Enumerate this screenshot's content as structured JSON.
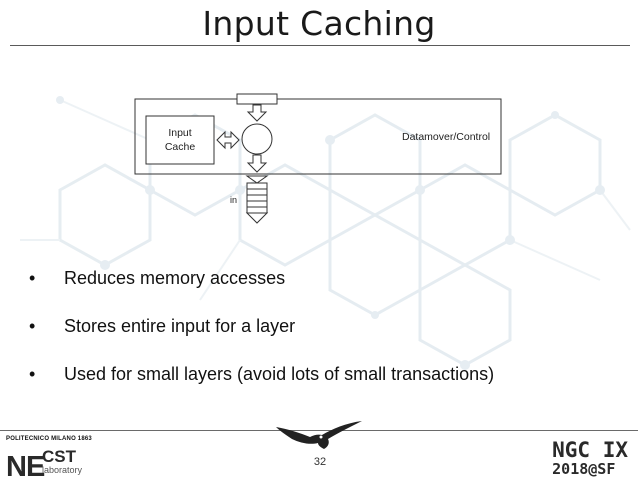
{
  "slide": {
    "title": "Input Caching",
    "page_number": "32"
  },
  "diagram": {
    "input_cache_label_line1": "Input",
    "input_cache_label_line2": "Cache",
    "datamover_label": "Datamover/Control",
    "fifo_label": "in"
  },
  "bullets": [
    "Reduces memory accesses",
    "Stores entire input for a layer",
    "Used for small layers (avoid lots of small transactions)"
  ],
  "footer": {
    "left_logo_top": "POLITECNICO MILANO 1863",
    "left_logo_ne": "NE",
    "left_logo_cst": "CST",
    "left_logo_lab": "laboratory",
    "right_logo_line1": "NGC IX",
    "right_logo_line2": "2018@SF"
  }
}
